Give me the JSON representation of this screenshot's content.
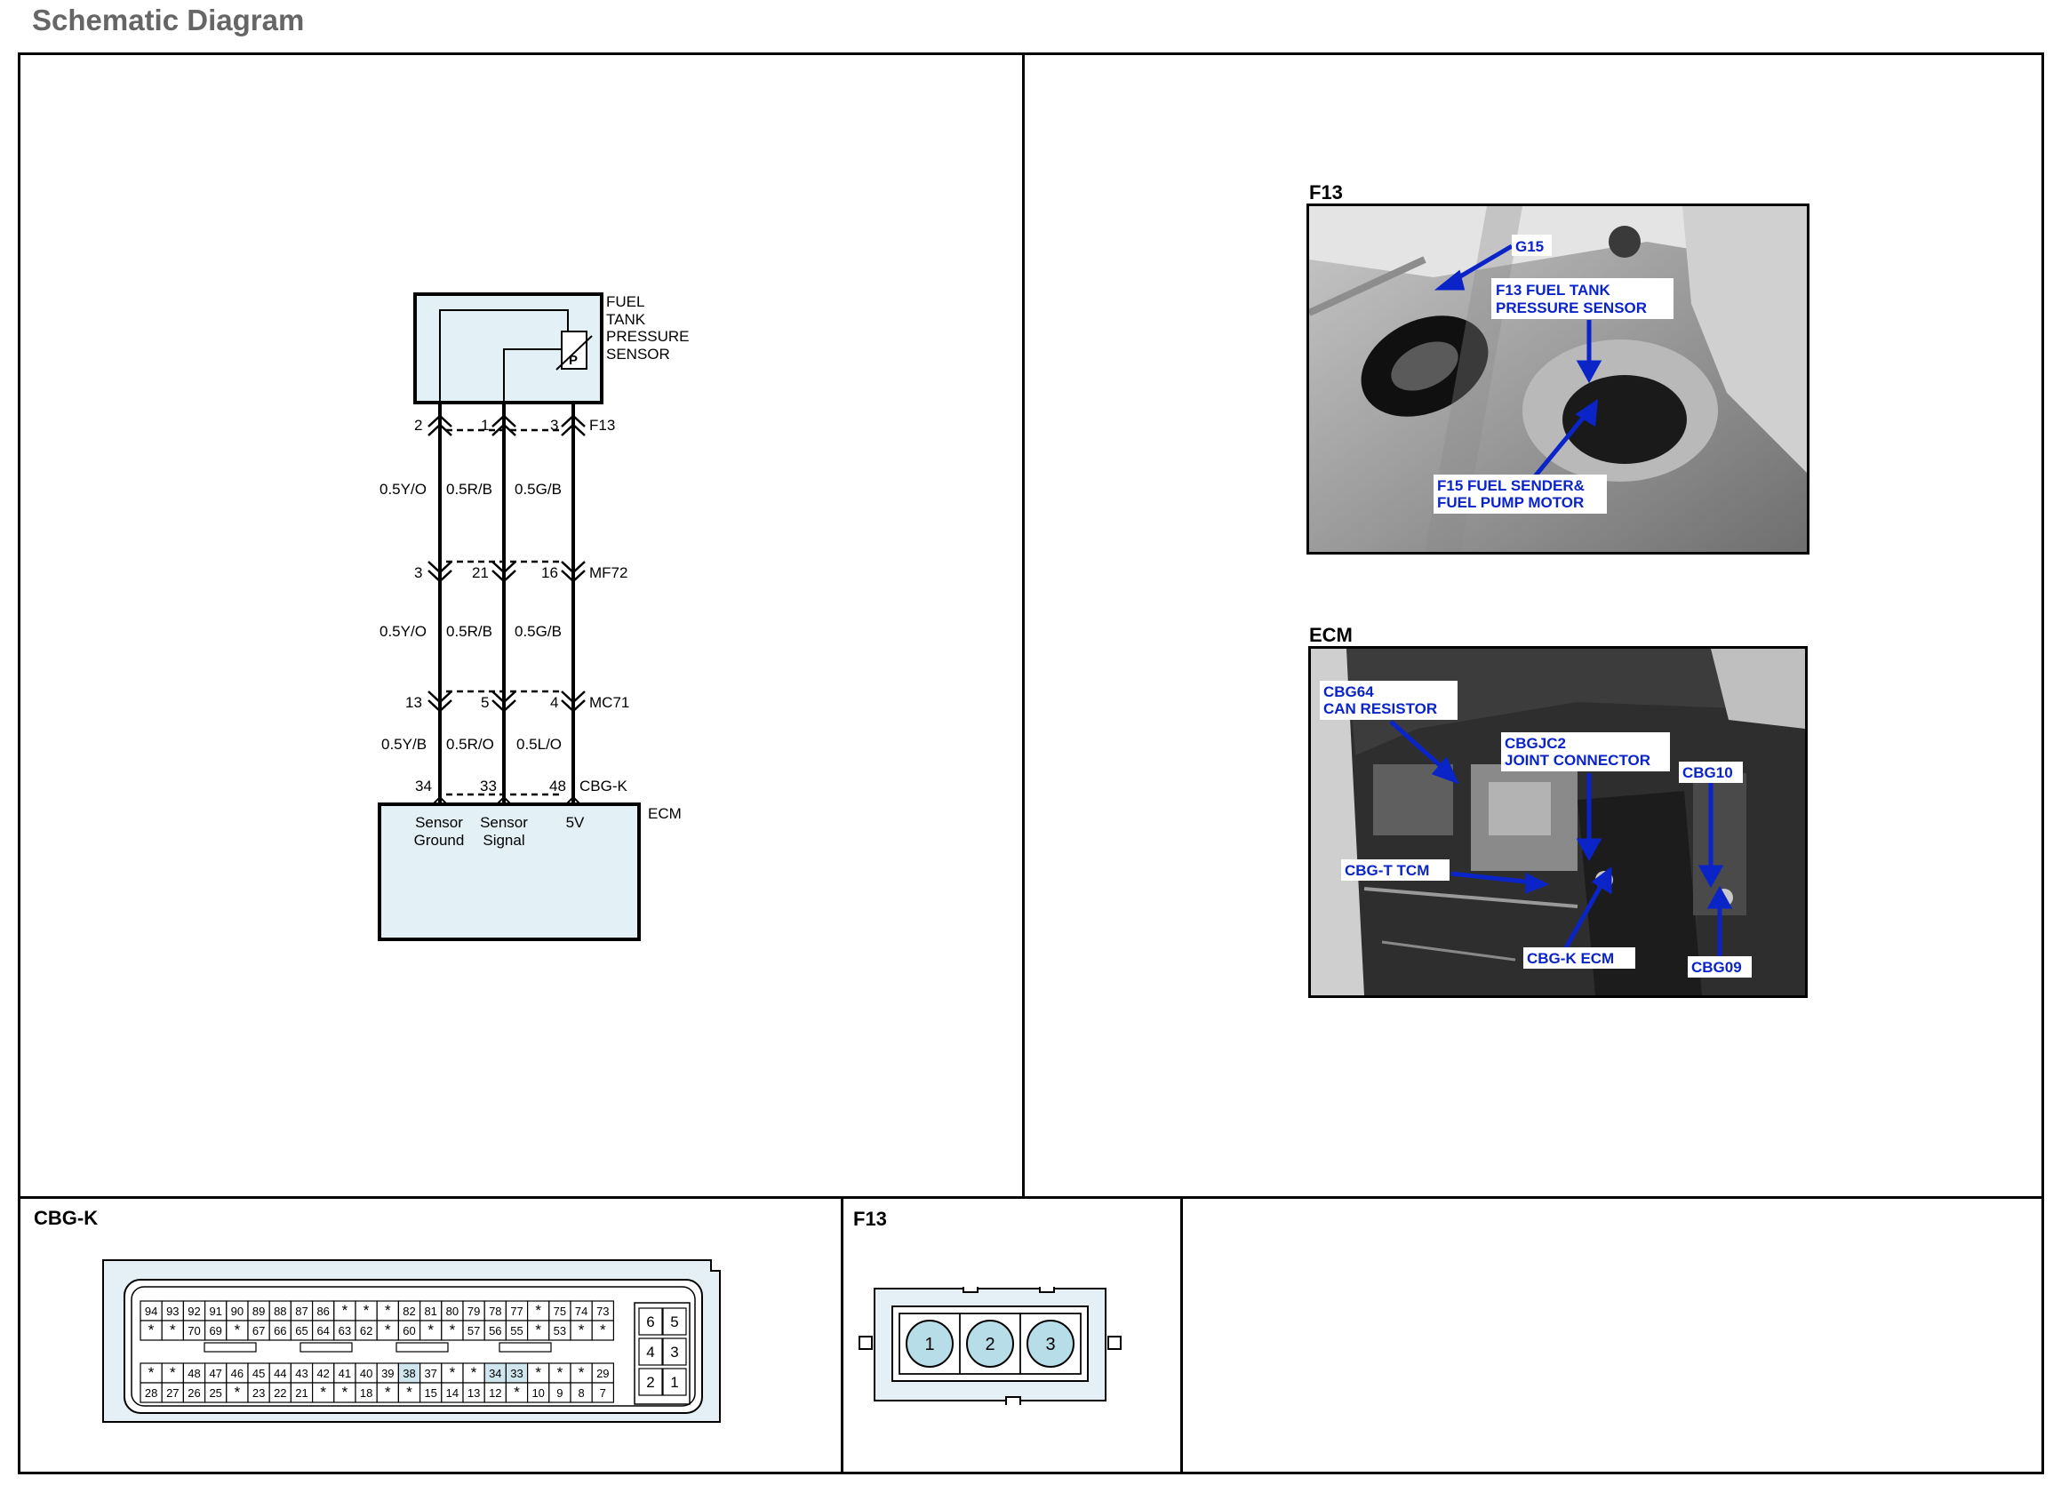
{
  "page_title": "Schematic Diagram",
  "schematic": {
    "sensor_label": [
      "FUEL",
      "TANK",
      "PRESSURE",
      "SENSOR"
    ],
    "sensor_symbol": "P",
    "ecm_label": "ECM",
    "connectors": [
      {
        "name": "F13",
        "pins": [
          "2",
          "1",
          "3"
        ]
      },
      {
        "name": "MF72",
        "pins": [
          "3",
          "21",
          "16"
        ]
      },
      {
        "name": "MC71",
        "pins": [
          "13",
          "5",
          "4"
        ]
      },
      {
        "name": "CBG-K",
        "pins": [
          "34",
          "33",
          "48"
        ]
      }
    ],
    "wire_groups": [
      [
        "0.5Y/O",
        "0.5R/B",
        "0.5G/B"
      ],
      [
        "0.5Y/O",
        "0.5R/B",
        "0.5G/B"
      ],
      [
        "0.5Y/B",
        "0.5R/O",
        "0.5L/O"
      ]
    ],
    "ecm_pins": [
      [
        "Sensor",
        "Ground"
      ],
      [
        "Sensor",
        "Signal"
      ],
      [
        "5V"
      ]
    ]
  },
  "photos": {
    "f13": {
      "title": "F13",
      "callouts": {
        "g15": "G15",
        "sensor": [
          "F13 FUEL TANK",
          "PRESSURE SENSOR"
        ],
        "pump": [
          "F15 FUEL SENDER&",
          "FUEL PUMP MOTOR"
        ]
      }
    },
    "ecm": {
      "title": "ECM",
      "callouts": {
        "cbg64": [
          "CBG64",
          "CAN RESISTOR"
        ],
        "cbgjc2": [
          "CBGJC2",
          "JOINT CONNECTOR"
        ],
        "cbg10": "CBG10",
        "cbgt": "CBG-T TCM",
        "cbgk": "CBG-K ECM",
        "cbg09": "CBG09"
      }
    }
  },
  "bottom": {
    "cbgk_title": "CBG-K",
    "f13_title": "F13",
    "cbgk_rows": [
      [
        "94",
        "93",
        "92",
        "91",
        "90",
        "89",
        "88",
        "87",
        "86",
        "*",
        "*",
        "*",
        "82",
        "81",
        "80",
        "79",
        "78",
        "77",
        "*",
        "75",
        "74",
        "73"
      ],
      [
        "*",
        "*",
        "70",
        "69",
        "*",
        "67",
        "66",
        "65",
        "64",
        "63",
        "62",
        "*",
        "60",
        "*",
        "*",
        "57",
        "56",
        "55",
        "*",
        "53",
        "*",
        "*"
      ],
      [
        "*",
        "*",
        "48",
        "47",
        "46",
        "45",
        "44",
        "43",
        "42",
        "41",
        "40",
        "39",
        "38",
        "37",
        "*",
        "*",
        "34",
        "33",
        "*",
        "*",
        "*",
        "29"
      ],
      [
        "28",
        "27",
        "26",
        "25",
        "*",
        "23",
        "22",
        "21",
        "*",
        "*",
        "18",
        "*",
        "*",
        "15",
        "14",
        "13",
        "12",
        "*",
        "10",
        "9",
        "8",
        "7"
      ]
    ],
    "cbgk_side": [
      [
        "6",
        "5"
      ],
      [
        "4",
        "3"
      ],
      [
        "2",
        "1"
      ]
    ],
    "cbgk_highlight": [
      "38",
      "34",
      "33"
    ],
    "f13_pins": [
      "1",
      "2",
      "3"
    ]
  }
}
